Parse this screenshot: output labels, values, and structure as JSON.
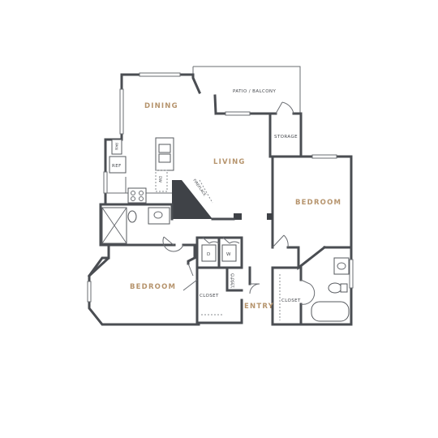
{
  "rooms": {
    "dining": "DINING",
    "living": "LIVING",
    "bedroom_right": "BEDROOM",
    "bedroom_left": "BEDROOM",
    "entry": "ENTRY"
  },
  "areas": {
    "patio": "PATIO / BALCONY",
    "storage": "STORAGE",
    "closet_left": "CLOSET",
    "closet_hall": "CLOSET",
    "closet_right": "CLOSET",
    "fireplace": "FIREPLACE"
  },
  "fixtures": {
    "pantry": "PAN",
    "refrigerator": "REF",
    "dishwasher": "DW",
    "dryer": "D",
    "washer": "W"
  }
}
